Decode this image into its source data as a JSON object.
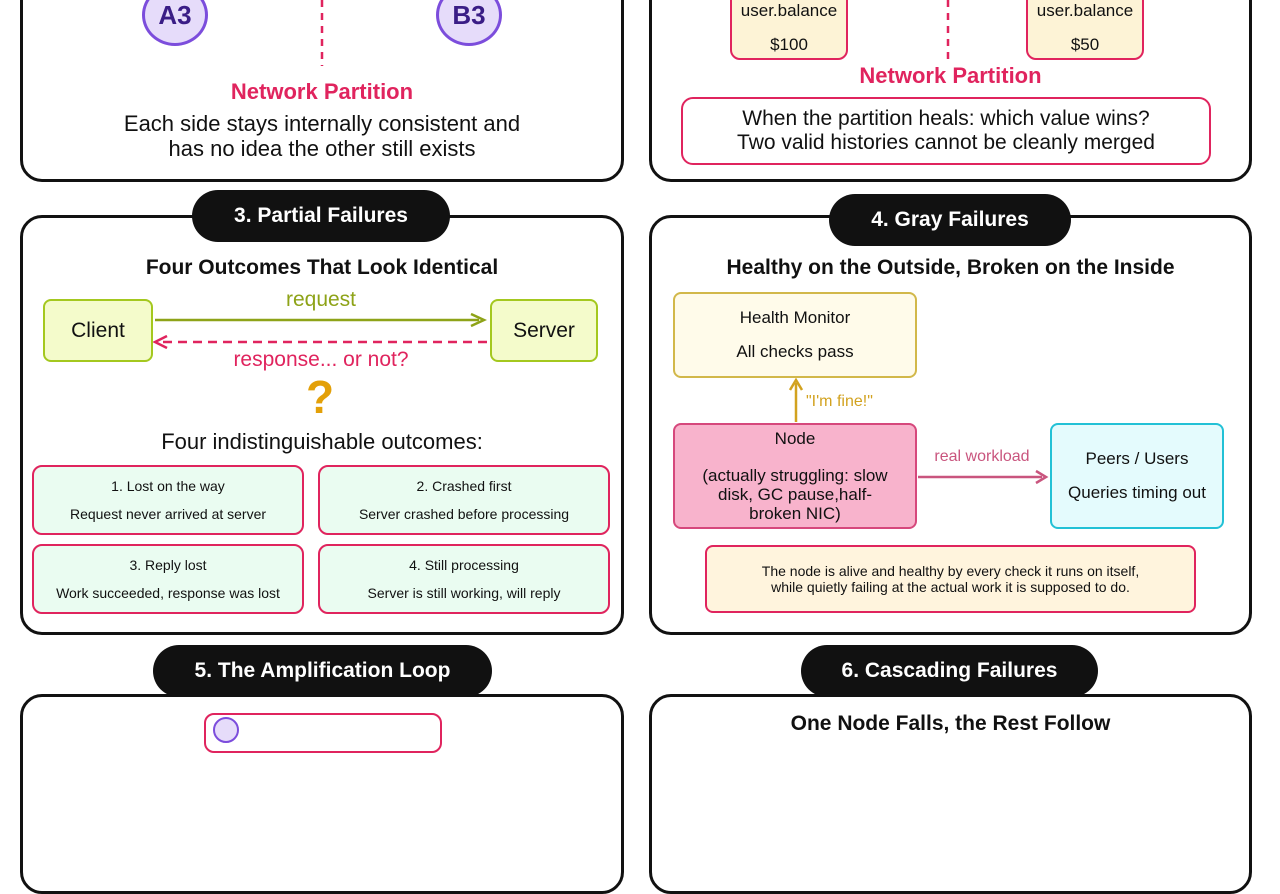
{
  "panel1": {
    "node_a": "A3",
    "node_b": "B3",
    "partition_label": "Network Partition",
    "description_line1": "Each side stays internally consistent and",
    "description_line2": "has no idea the other still exists"
  },
  "panel2": {
    "left_box": {
      "field": "user.balance",
      "value": "$100"
    },
    "right_box": {
      "field": "user.balance",
      "value": "$50"
    },
    "partition_label": "Network Partition",
    "question_line1": "When the partition heals: which value wins?",
    "question_line2": "Two valid histories cannot be cleanly merged"
  },
  "panel3": {
    "header": "3. Partial Failures",
    "title": "Four Outcomes That Look Identical",
    "client": "Client",
    "server": "Server",
    "request_label": "request",
    "response_label": "response... or not?",
    "question_mark": "?",
    "outcomes_heading": "Four indistinguishable outcomes:",
    "outcomes": [
      {
        "title": "1. Lost on the way",
        "desc": "Request never arrived at server"
      },
      {
        "title": "2. Crashed first",
        "desc": "Server crashed before processing"
      },
      {
        "title": "3. Reply lost",
        "desc": "Work succeeded, response was lost"
      },
      {
        "title": "4. Still processing",
        "desc": "Server is still working, will reply"
      }
    ]
  },
  "panel4": {
    "header": "4. Gray Failures",
    "title": "Healthy on the Outside, Broken on the Inside",
    "monitor_title": "Health Monitor",
    "monitor_status": "All checks pass",
    "fine_label": "\"I'm fine!\"",
    "node_title": "Node",
    "node_desc_line1": "(actually struggling: slow",
    "node_desc_line2": "disk, GC pause,half-",
    "node_desc_line3": "broken NIC)",
    "workload_label": "real workload",
    "peers_title": "Peers / Users",
    "peers_status": "Queries timing out",
    "note_line1": "The node is alive and healthy by every check it runs on itself,",
    "note_line2": "while quietly failing at the actual work it is supposed to do."
  },
  "panel5": {
    "header": "5. The Amplification Loop"
  },
  "panel6": {
    "header": "6. Cascading Failures",
    "title": "One Node Falls, the Rest Follow"
  },
  "colors": {
    "accent_red": "#e0245e",
    "node_purple": "#7c4ddc",
    "client_green": "#a4c81f",
    "question_orange": "#e3a008",
    "peer_cyan": "#22c1d6",
    "node_pink": "#f5a8c6",
    "workload_arrow": "#c9557e"
  }
}
